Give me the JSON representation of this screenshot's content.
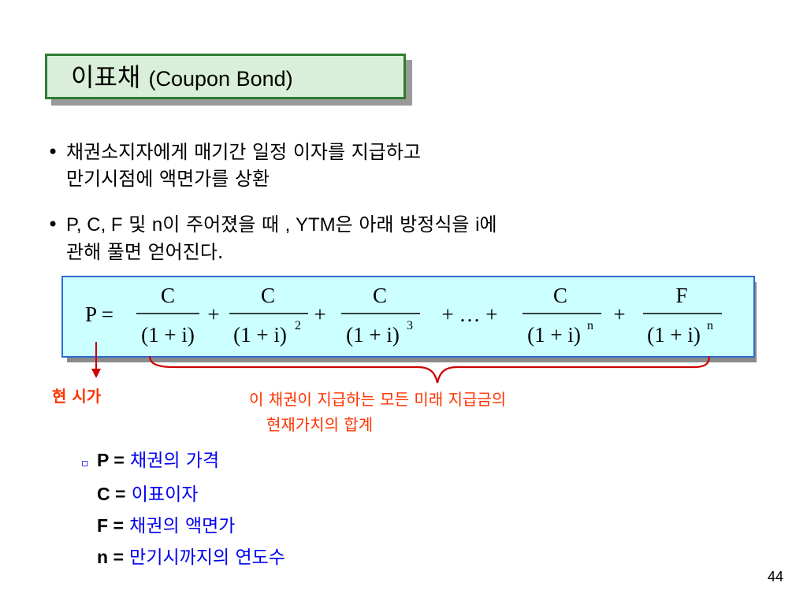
{
  "title": {
    "korean": "이표채",
    "english": "(Coupon Bond)"
  },
  "bullets": [
    {
      "line1": "채권소지자에게 매기간 일정 이자를 지급하고",
      "line2": "만기시점에 액면가를 상환"
    },
    {
      "line1_a": "P, C, F",
      "line1_b": " 및 ",
      "line1_c": "n",
      "line1_d": "이 주어졌을 때 ",
      "line1_e": ", YTM",
      "line1_f": "은 아래 방정식을 ",
      "line1_g": "i",
      "line1_h": "에",
      "line2": "관해 풀면 얻어진다."
    }
  ],
  "formula": {
    "lhs": "P =",
    "numerators": [
      "C",
      "C",
      "C",
      "C",
      "F"
    ],
    "denominators": [
      "(1 + i)",
      "(1 + i)",
      "(1 + i)",
      "(1 + i)",
      "(1 + i)"
    ],
    "exponents": [
      "",
      "2",
      "3",
      "n",
      "n"
    ],
    "plus": "+",
    "ellipsis": "+  …  +"
  },
  "annotations": {
    "present_price": "현 시가",
    "sum_line1": "이 채권이 지급하는 모든 미래 지급금의",
    "sum_line2": "현재가치의 합계"
  },
  "definitions": [
    {
      "symbol": "P =",
      "text": " 채권의 가격"
    },
    {
      "symbol": "C =",
      "text": " 이표이자"
    },
    {
      "symbol": "F =",
      "text": " 채권의 액면가"
    },
    {
      "symbol": "n  =",
      "text": " 만기시까지의 연도수"
    }
  ],
  "page_number": "44",
  "colors": {
    "title_fill": "#d9efd9",
    "title_border": "#2e7d32",
    "formula_fill": "#ccffff",
    "formula_border": "#2e6bd1",
    "annotation": "#ff3300",
    "definition_text": "#0000ee"
  }
}
